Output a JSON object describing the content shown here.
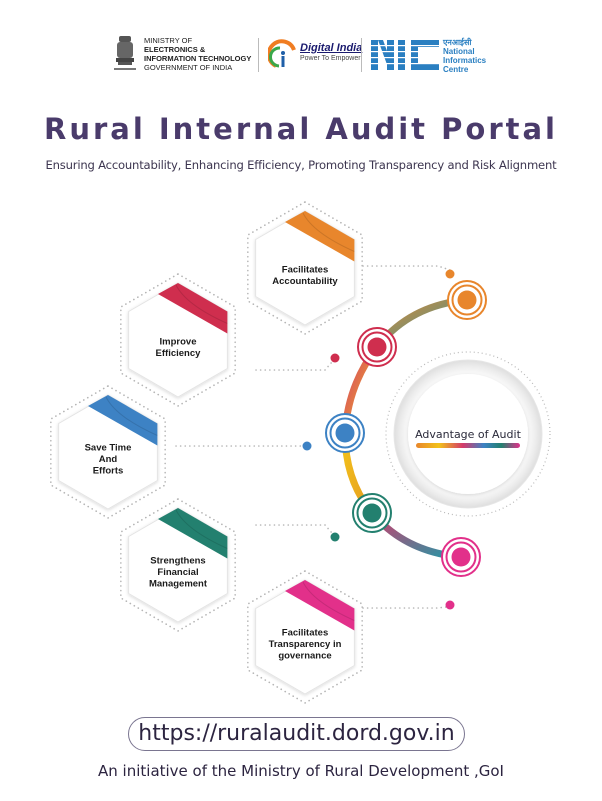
{
  "header": {
    "logos": {
      "meity": {
        "line1": "MINISTRY OF",
        "line2": "ELECTRONICS &",
        "line3": "INFORMATION TECHNOLOGY",
        "line4": "GOVERNMENT OF INDIA",
        "emblem_caption": "सत्यमेव जयते"
      },
      "digital_india": {
        "title": "Digital India",
        "tagline": "Power To Empower"
      },
      "nic": {
        "mark": "NIC",
        "hindi": "एनआईसी",
        "line1": "National",
        "line2": "Informatics",
        "line3": "Centre"
      }
    },
    "title": "Rural Internal Audit Portal",
    "subtitle": "Ensuring Accountability, Enhancing Efficiency, Promoting Transparency and Risk Alignment"
  },
  "diagram": {
    "center_label": "Advantage of Audit",
    "items": [
      {
        "lines": [
          "Facilitates",
          "Accountability"
        ],
        "color": "#e8862c"
      },
      {
        "lines": [
          "Improve",
          "Efficiency"
        ],
        "color": "#cf2e4e"
      },
      {
        "lines": [
          "Save Time",
          "And",
          "Efforts"
        ],
        "color": "#3d82c4"
      },
      {
        "lines": [
          "Strengthens",
          "Financial",
          "Management"
        ],
        "color": "#23806f"
      },
      {
        "lines": [
          "Facilitates",
          "Transparency in",
          "governance"
        ],
        "color": "#e2308a"
      }
    ],
    "arc_colors": [
      "#e8862c",
      "#1f9aa8",
      "#d43a6a",
      "#f2c21a",
      "#e59a22",
      "#23806f",
      "#e2308a"
    ]
  },
  "footer": {
    "url": "https://ruralaudit.dord.gov.in",
    "initiative": "An initiative of the Ministry of Rural Development ,GoI"
  }
}
